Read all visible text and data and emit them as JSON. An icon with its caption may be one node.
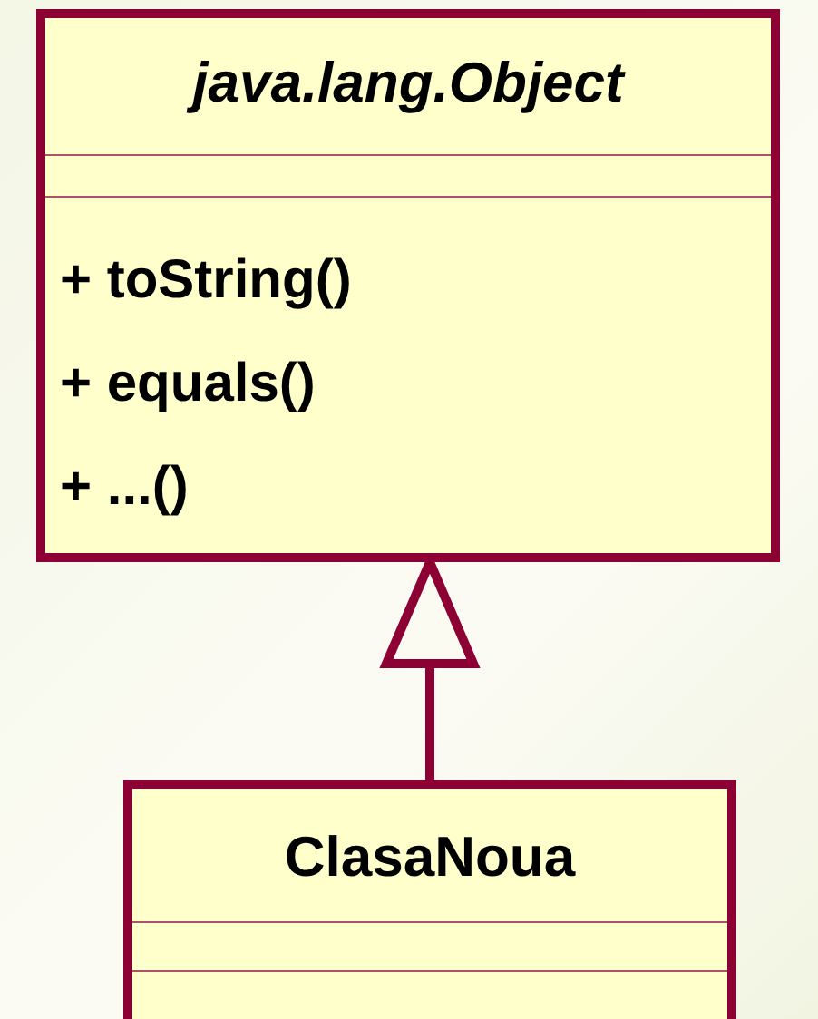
{
  "diagram": {
    "nodes": [
      {
        "text": [
          "java.lang.Object",
          "+ toString()",
          "+ equals()",
          "+ ...()"
        ]
      },
      {
        "text": [
          "ClasaNoua"
        ]
      }
    ],
    "edges": [
      {
        "from": 1,
        "to": 0,
        "arrow": "to"
      }
    ]
  }
}
